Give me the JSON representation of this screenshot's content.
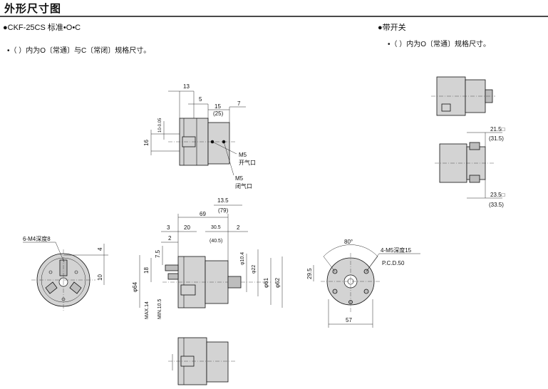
{
  "page": {
    "title": "外形尺寸图"
  },
  "left_section": {
    "bullet": "●",
    "heading": "CKF-25CS",
    "heading_suffix": "标准•O•C",
    "note": "•（ ）内为O〔常通〕与C〔常闭〕规格尺寸。"
  },
  "right_section": {
    "bullet": "●",
    "heading": "带开关",
    "note": "•（ ）内为O〔常通〕规格尺寸。"
  },
  "top_view": {
    "dims": [
      "13",
      "5",
      "15",
      "(25)",
      "7",
      "16",
      "10-0.05",
      "M5",
      "开气口",
      "M5",
      "闭气口"
    ]
  },
  "front_view": {
    "dims": [
      "13.5",
      "(79)",
      "69",
      "3",
      "20",
      "30.5",
      "(40.5)",
      "2",
      "2",
      "7.5",
      "18",
      "φ64",
      "MAX.14",
      "MIN.10.5",
      "φ10.4",
      "φ22",
      "φ61",
      "φ62"
    ]
  },
  "left_view": {
    "label": "6-M4深度8",
    "dims": [
      "4",
      "10"
    ]
  },
  "right_view": {
    "label_top": "4-M5深度15",
    "label_bottom": "P.C.D.50",
    "dims": [
      "80°",
      "29.5",
      "57"
    ]
  },
  "switch_view": {
    "dims": [
      "21.5□",
      "(31.5)",
      "23.5□",
      "(33.5)"
    ]
  },
  "colors": {
    "body": "#d3d3d3",
    "body_dark": "#bdbdbd",
    "line": "#111111"
  }
}
